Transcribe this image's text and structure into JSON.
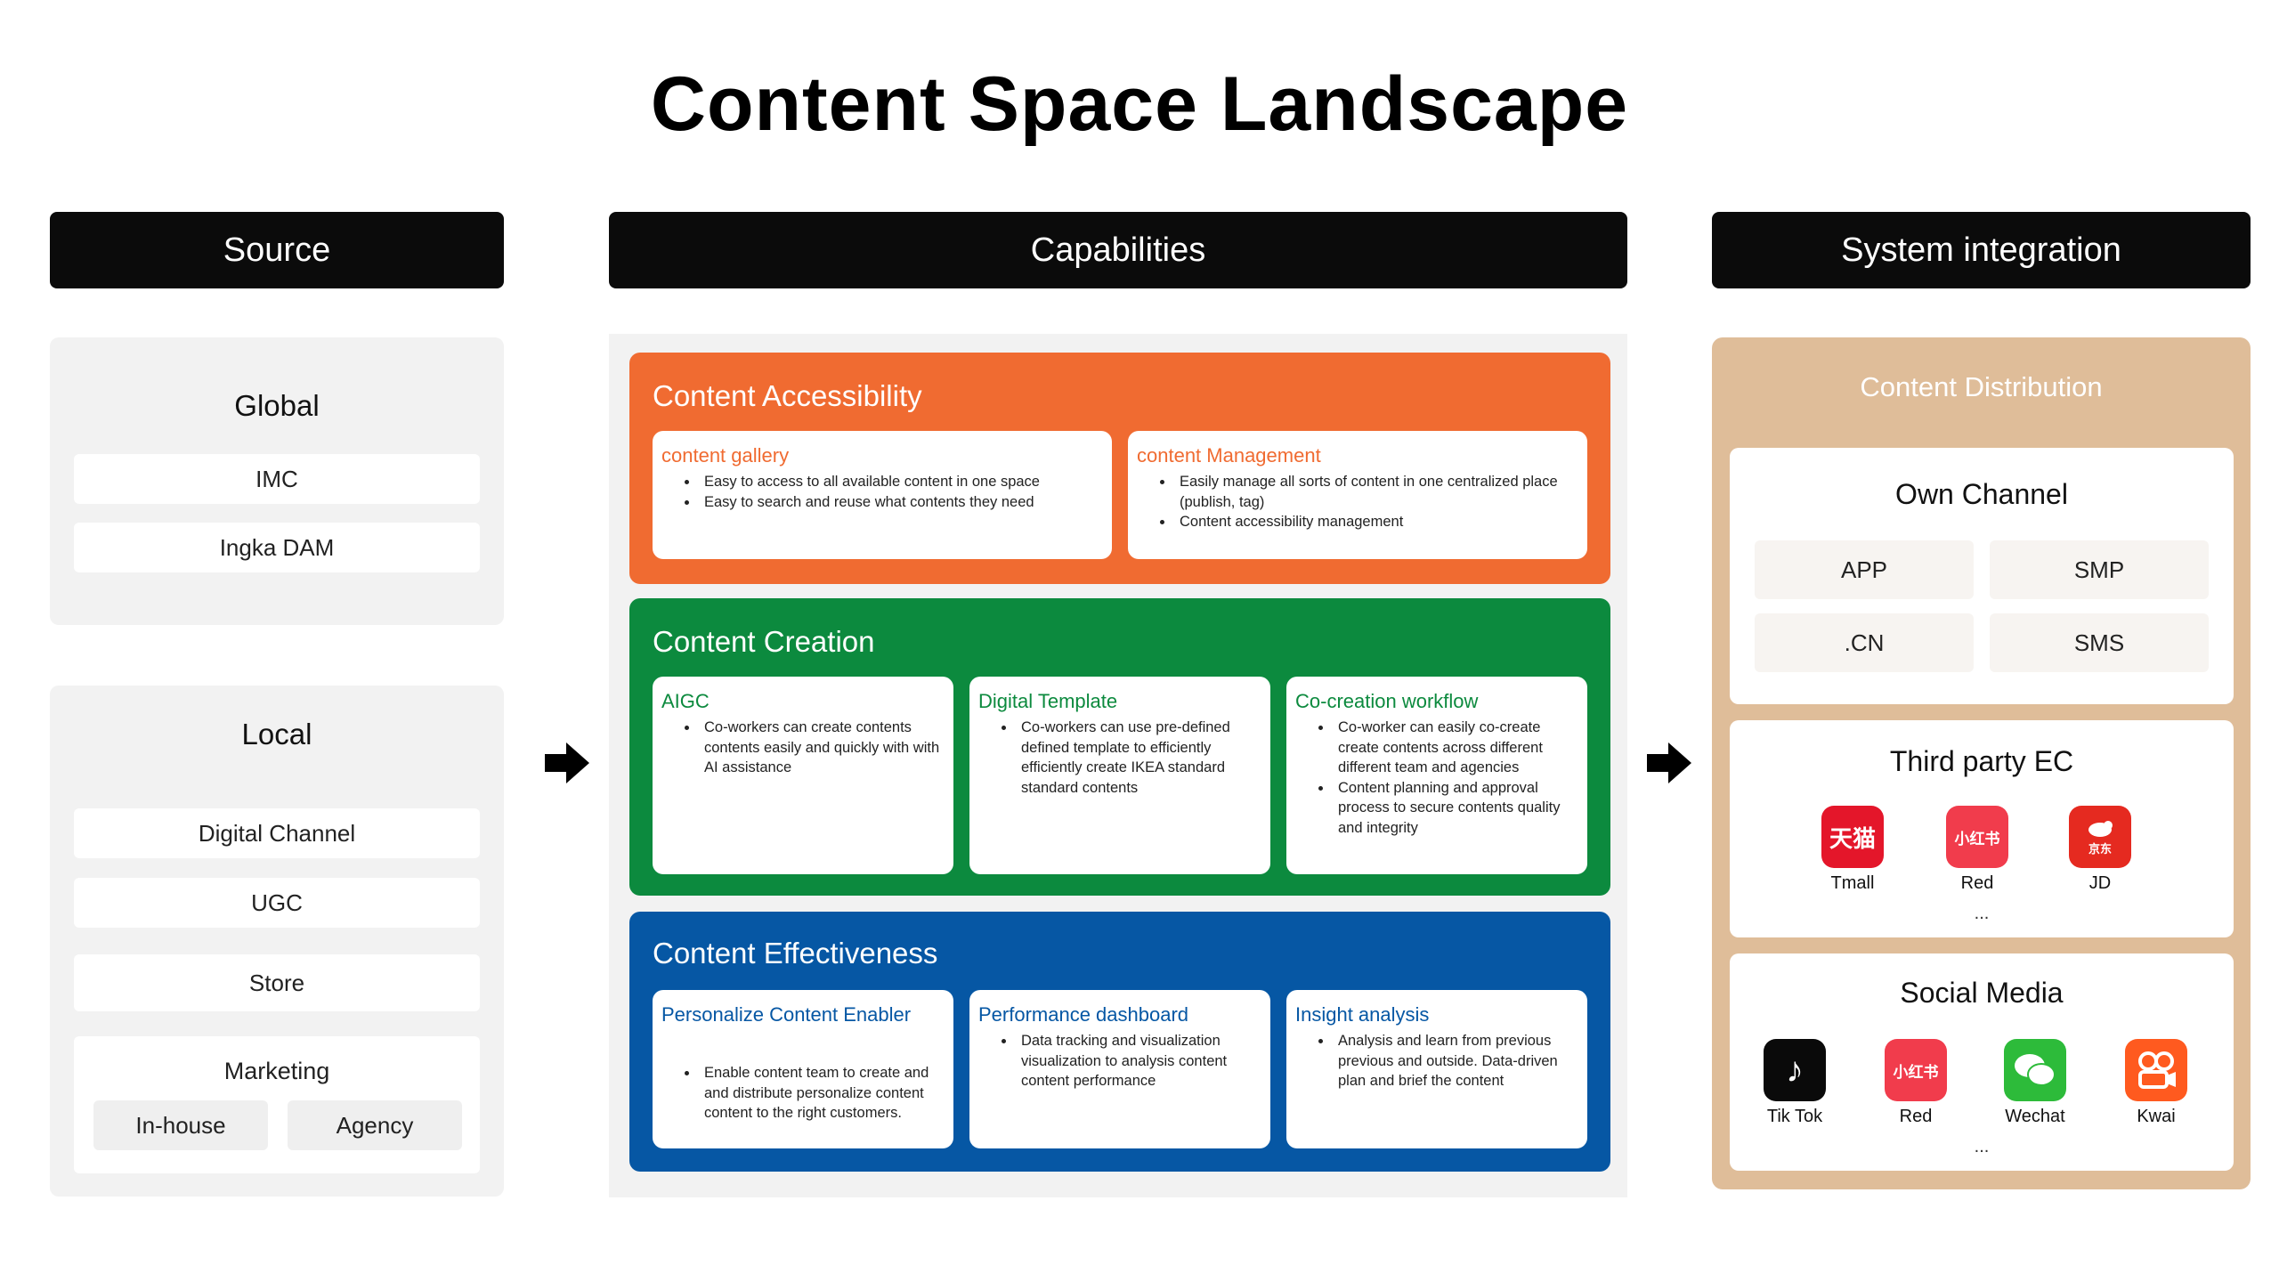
{
  "title": "Content Space Landscape",
  "columns": {
    "source": "Source",
    "capabilities": "Capabilities",
    "system": "System integration"
  },
  "source": {
    "global": {
      "title": "Global",
      "items": [
        "IMC",
        "Ingka DAM"
      ]
    },
    "local": {
      "title": "Local",
      "items": [
        "Digital Channel",
        "UGC",
        "Store"
      ],
      "marketing": {
        "title": "Marketing",
        "subitems": [
          "In-house",
          "Agency"
        ]
      }
    }
  },
  "capabilities": {
    "accessibility": {
      "title": "Content Accessibility",
      "color": "#f06b31",
      "cards": [
        {
          "title": "content gallery",
          "bullets": [
            "Easy to access to all available content in one space",
            "Easy to search and reuse what contents they need"
          ]
        },
        {
          "title": "content Management",
          "bullets": [
            "Easily manage all sorts of content in one centralized place (publish, tag)",
            "Content accessibility management"
          ]
        }
      ]
    },
    "creation": {
      "title": "Content Creation",
      "color": "#0c8a3e",
      "cards": [
        {
          "title": "AIGC",
          "bullets": [
            "Co-workers can create contents contents easily and quickly with with AI assistance"
          ]
        },
        {
          "title": "Digital Template",
          "bullets": [
            "Co-workers can use pre-defined defined template to efficiently efficiently create IKEA standard standard contents"
          ]
        },
        {
          "title": "Co-creation workflow",
          "bullets": [
            "Co-worker can easily co-create create contents across different different team and agencies",
            "Content planning and approval process to secure contents quality and integrity"
          ]
        }
      ]
    },
    "effectiveness": {
      "title": "Content Effectiveness",
      "color": "#0657a4",
      "cards": [
        {
          "title": "Personalize Content Enabler",
          "bullets": [
            "Enable content team to create and and distribute personalize content content to the right customers."
          ]
        },
        {
          "title": "Performance  dashboard",
          "bullets": [
            "Data tracking and visualization visualization to analysis content content performance"
          ]
        },
        {
          "title": "Insight analysis",
          "bullets": [
            "Analysis and learn from previous previous and outside. Data-driven plan and brief the content"
          ]
        }
      ]
    }
  },
  "system": {
    "title": "Content Distribution",
    "own_channel": {
      "title": "Own Channel",
      "items": [
        "APP",
        "SMP",
        ".CN",
        "SMS"
      ]
    },
    "third_party": {
      "title": "Third party EC",
      "apps": [
        {
          "label": "Tmall",
          "icon": "tmall-icon",
          "glyph": "天猫"
        },
        {
          "label": "Red",
          "icon": "red-icon",
          "glyph": "小红书"
        },
        {
          "label": "JD",
          "icon": "jd-icon",
          "glyph": "京东"
        }
      ],
      "more": "..."
    },
    "social": {
      "title": "Social Media",
      "apps": [
        {
          "label": "Tik Tok",
          "icon": "tiktok-icon",
          "glyph": "♪"
        },
        {
          "label": "Red",
          "icon": "red-icon",
          "glyph": "小红书"
        },
        {
          "label": "Wechat",
          "icon": "wechat-icon",
          "glyph": ""
        },
        {
          "label": "Kwai",
          "icon": "kwai-icon",
          "glyph": ""
        }
      ],
      "more": "..."
    }
  }
}
